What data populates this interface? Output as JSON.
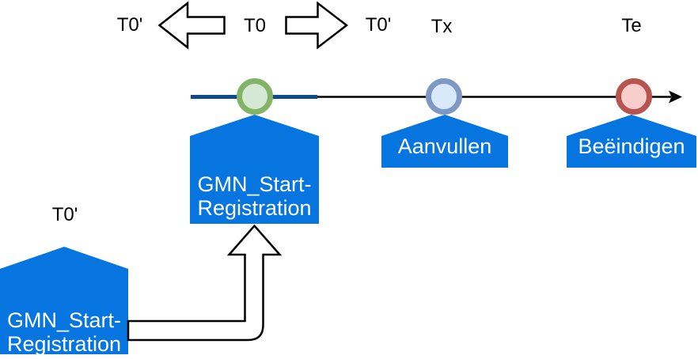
{
  "diagram": {
    "background": "#ffffff",
    "time_labels": {
      "t0_prime_left": "T0'",
      "t0": "T0",
      "t0_prime_right": "T0'",
      "tx": "Tx",
      "te": "Te",
      "t0_prime_bottom": "T0'"
    },
    "nodes": {
      "start_mid": {
        "line1": "GMN_Start-",
        "line2": "Registration"
      },
      "start_bottom": {
        "line1": "GMN_Start-",
        "line2": "Registration"
      },
      "aanvullen": {
        "label": "Aanvullen"
      },
      "beeindigen": {
        "label": "Beëindigen"
      }
    },
    "colors": {
      "node_blue": "#0775e0",
      "timeline_segment_blue": "#104a8c",
      "timeline_black": "#000000",
      "milestone_green_fill": "#d5e8d4",
      "milestone_green_stroke": "#82b366",
      "milestone_blue_fill": "#dae8fc",
      "milestone_blue_stroke": "#7e98c4",
      "milestone_red_fill": "#f8cecc",
      "milestone_red_stroke": "#b85450",
      "arrow_fill": "#ffffff",
      "arrow_stroke": "#000000"
    }
  }
}
